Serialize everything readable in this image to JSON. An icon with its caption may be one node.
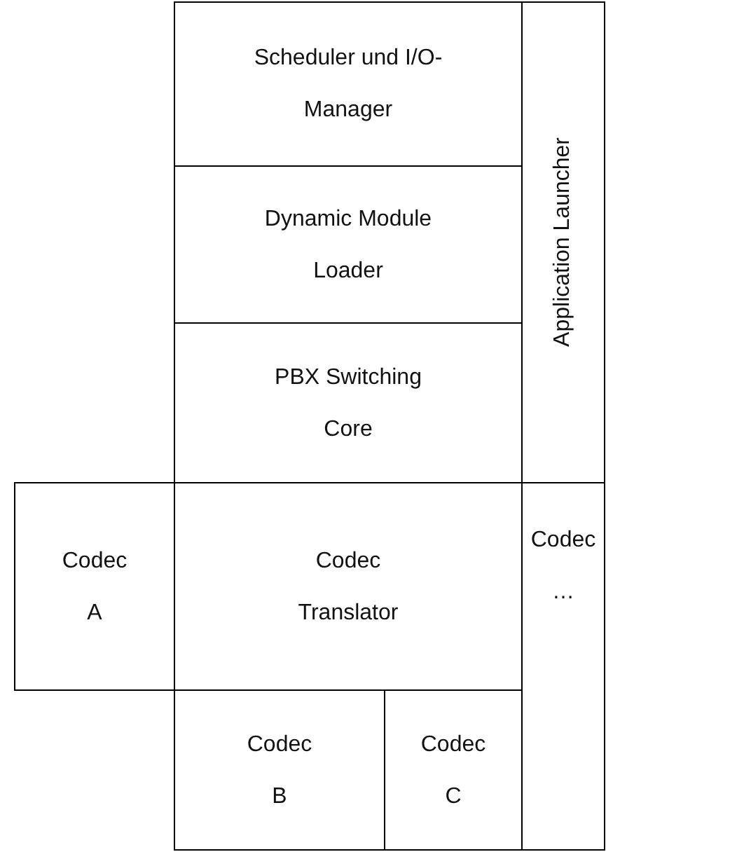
{
  "diagram": {
    "nodes": [
      {
        "text": [
          "Scheduler und I/O-Manager"
        ]
      },
      {
        "text": [
          "Application Launcher"
        ]
      },
      {
        "text": [
          "Dynamic Module Loader"
        ]
      },
      {
        "text": [
          "PBX Switching Core"
        ]
      },
      {
        "text": [
          "Codec A"
        ]
      },
      {
        "text": [
          "Codec Translator"
        ]
      },
      {
        "text": [
          "Codec …"
        ]
      },
      {
        "text": [
          "Codec B"
        ]
      },
      {
        "text": [
          "Codec C"
        ]
      }
    ]
  }
}
